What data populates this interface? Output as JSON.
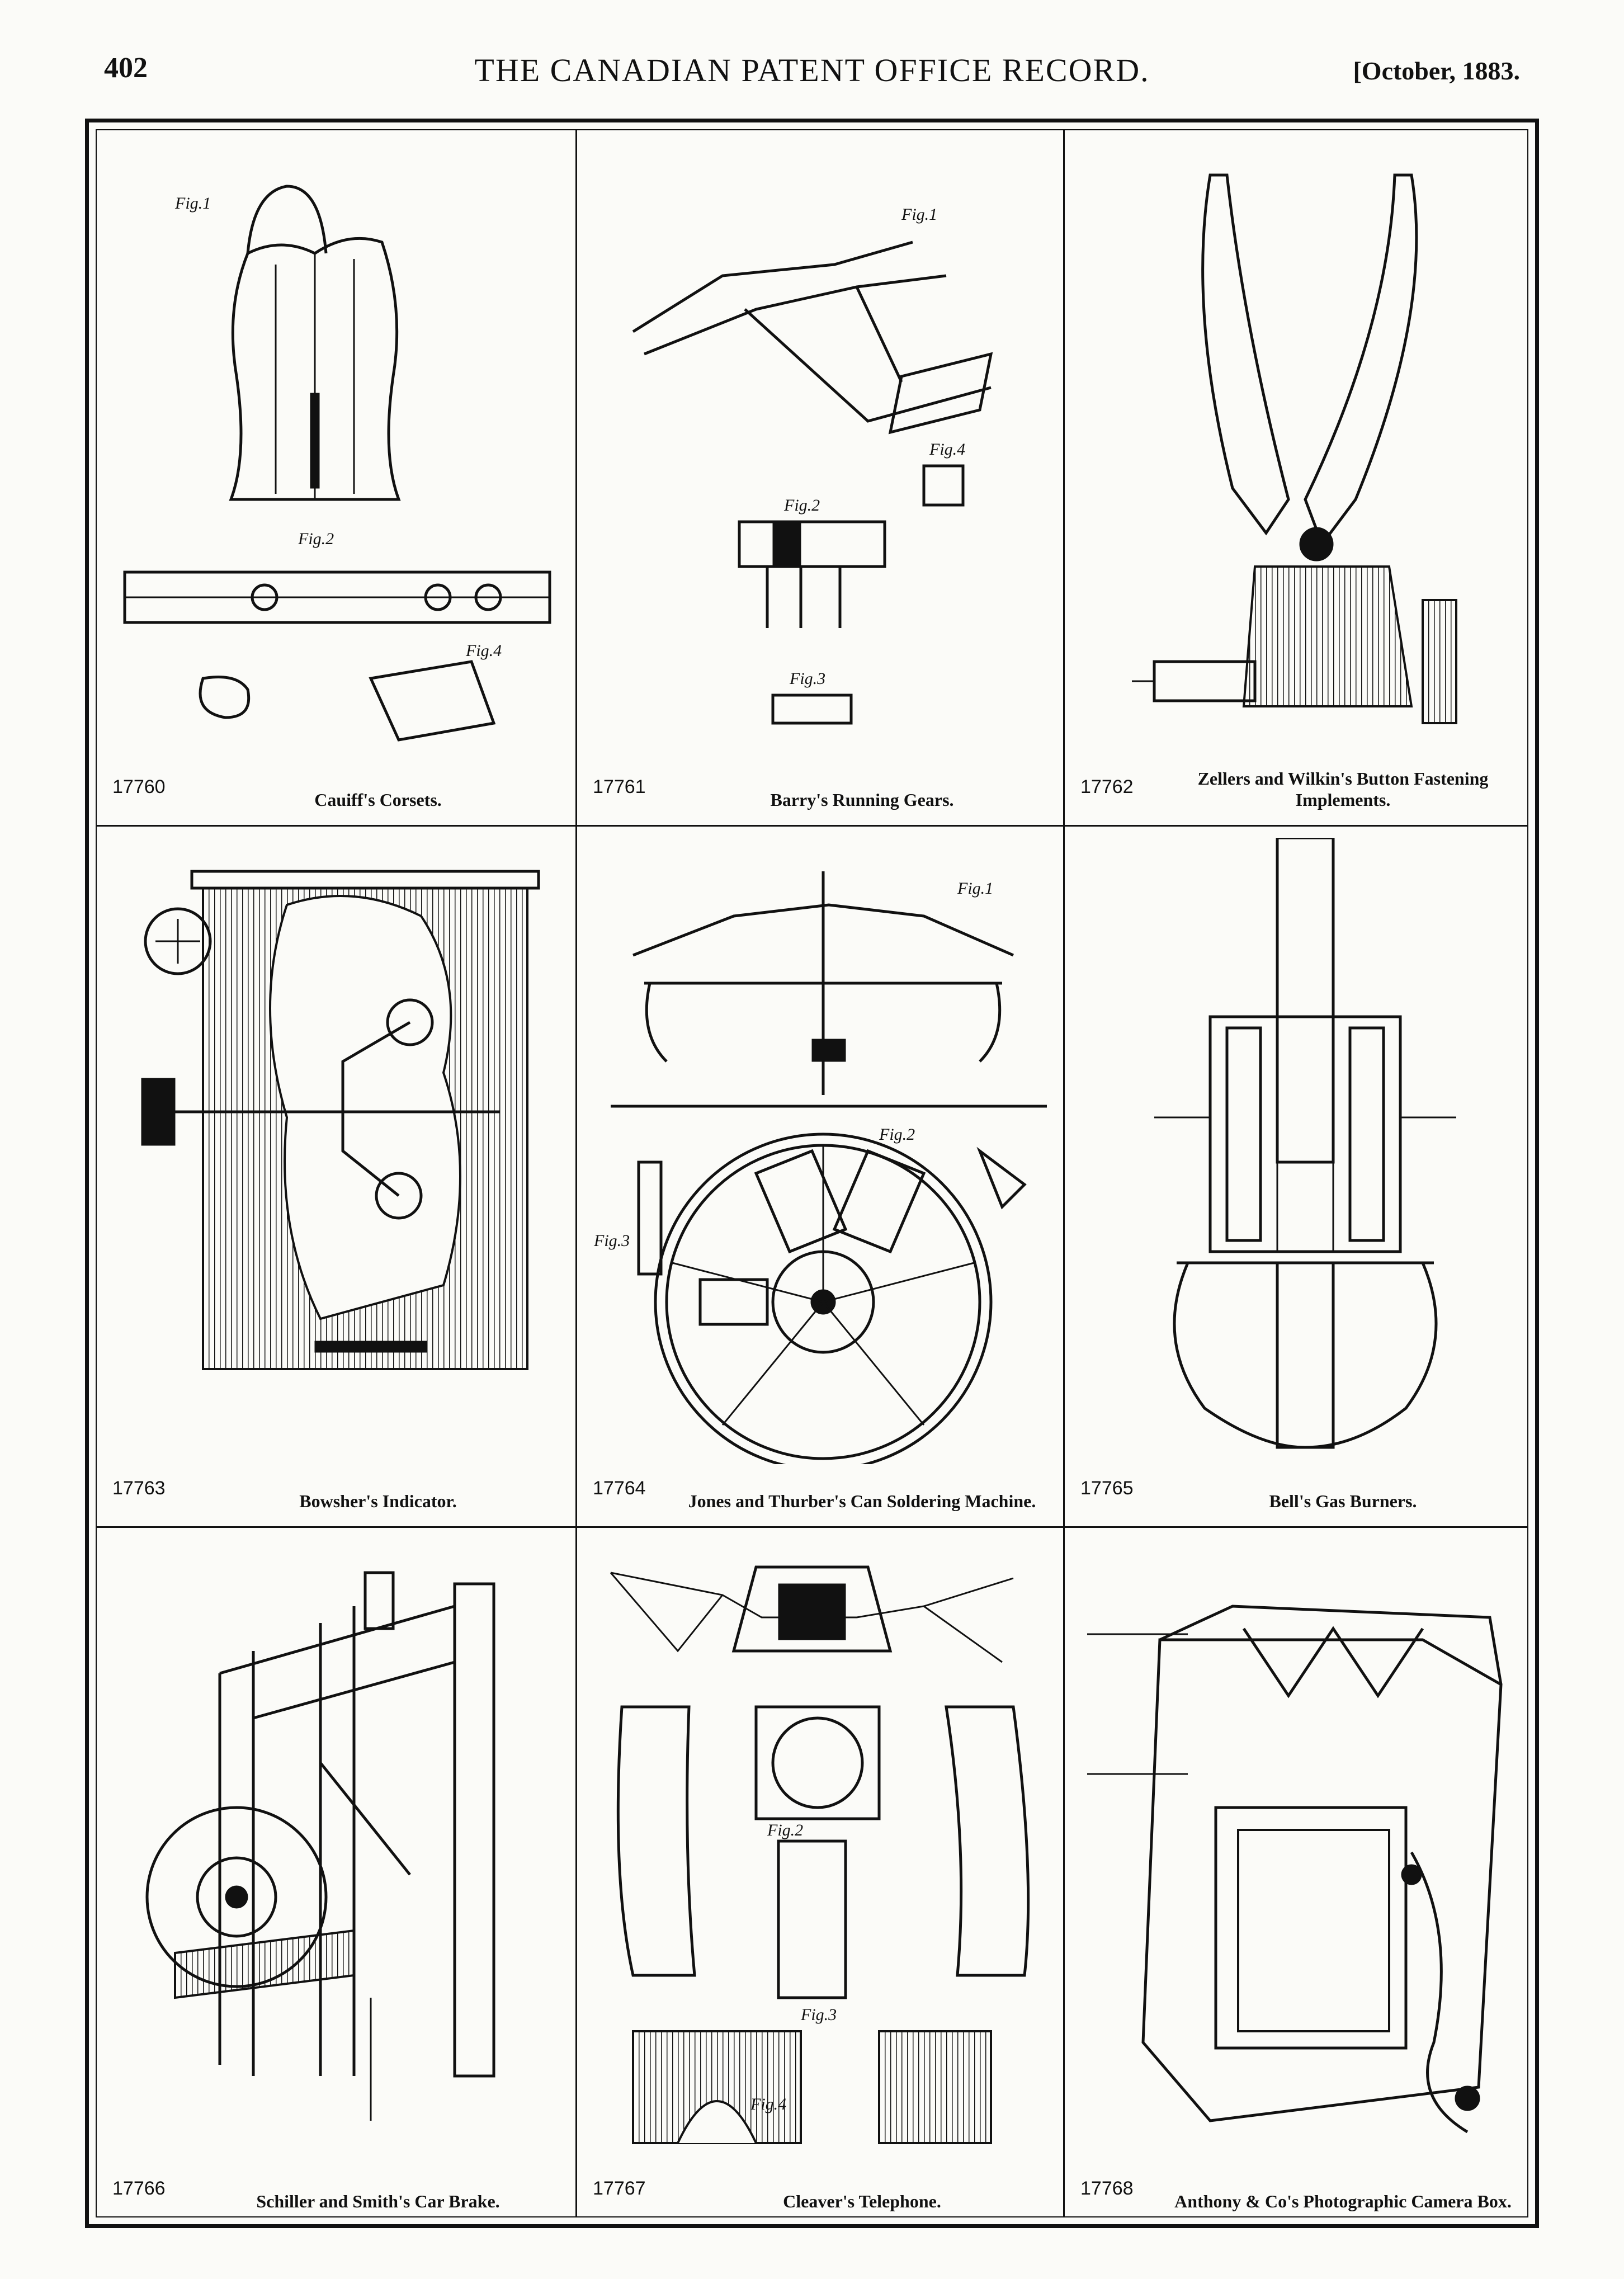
{
  "header": {
    "page_number": "402",
    "title": "THE CANADIAN PATENT OFFICE RECORD.",
    "date": "[October, 1883."
  },
  "cells": [
    {
      "number": "17760",
      "caption": "Cauiff's Corsets."
    },
    {
      "number": "17761",
      "caption": "Barry's Running Gears."
    },
    {
      "number": "17762",
      "caption": "Zellers and Wilkin's Button Fastening Implements."
    },
    {
      "number": "17763",
      "caption": "Bowsher's Indicator."
    },
    {
      "number": "17764",
      "caption": "Jones and Thurber's Can Soldering Machine."
    },
    {
      "number": "17765",
      "caption": "Bell's Gas Burners."
    },
    {
      "number": "17766",
      "caption": "Schiller and Smith's Car Brake."
    },
    {
      "number": "17767",
      "caption": "Cleaver's Telephone."
    },
    {
      "number": "17768",
      "caption": "Anthony & Co's Photographic Camera Box."
    }
  ],
  "figure_labels": {
    "fig1": "Fig.1",
    "fig2": "Fig.2",
    "fig3": "Fig.3",
    "fig4": "Fig.4"
  }
}
